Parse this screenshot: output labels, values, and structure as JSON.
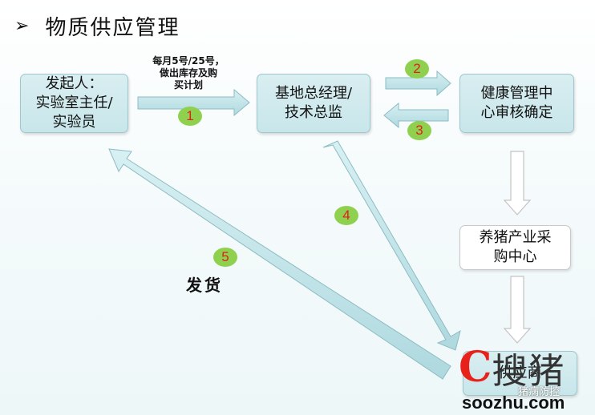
{
  "title": "物质供应管理",
  "nodes": {
    "initiator": "发起人：\n实验室主任/\n实验员",
    "manager": "基地总经理/\n技术总监",
    "health_center": "健康管理中\n心审核确定",
    "purchasing": "养猪产业采\n购中心",
    "supplier": "供应商"
  },
  "labels": {
    "plan_note": "每月5号/25号，\n做出库存及购\n买计划",
    "delivery": "发货"
  },
  "steps": [
    "1",
    "2",
    "3",
    "4",
    "5"
  ],
  "watermark": {
    "logo": "搜猪",
    "sub": "猪病防控",
    "url": "soozhu.com"
  },
  "colors": {
    "node_fill": "#c8e6ea",
    "arrow_fill": "#bfe3e8",
    "badge": "#8fd14f",
    "badge_text": "#e02020"
  }
}
